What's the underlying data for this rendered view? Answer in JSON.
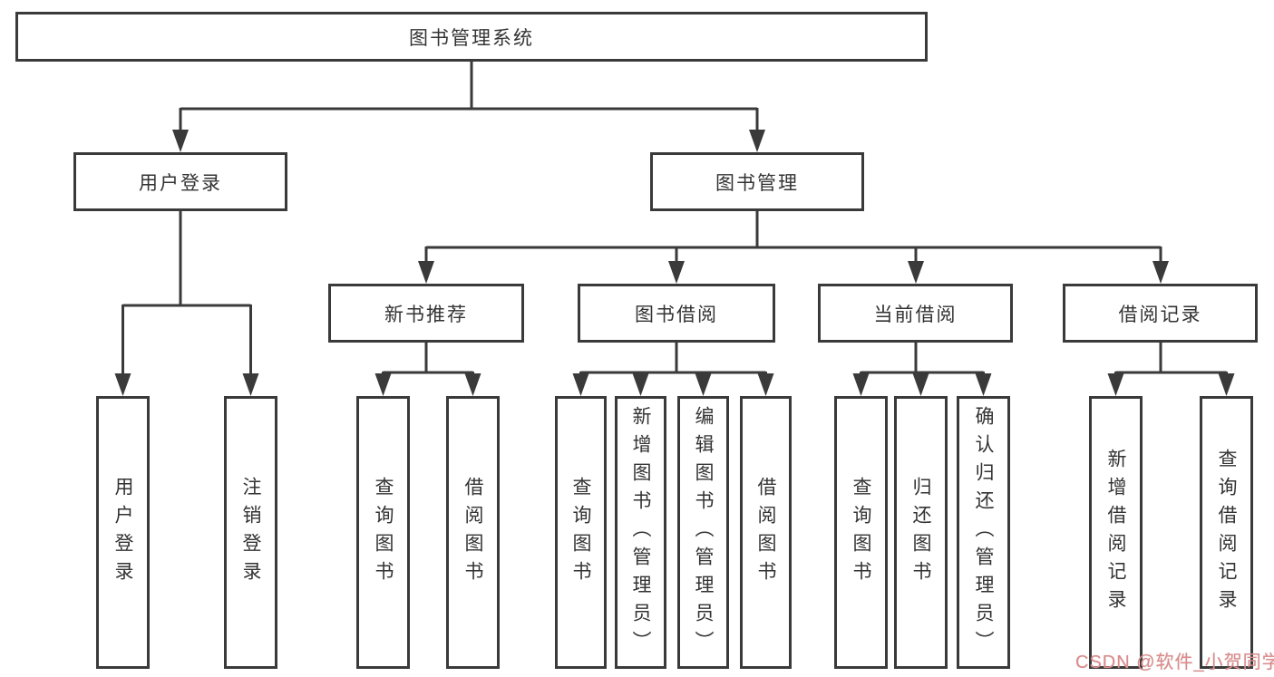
{
  "diagram": {
    "title": "图书管理系统",
    "level1": {
      "user_login": "用户登录",
      "book_mgmt": "图书管理"
    },
    "level2": {
      "new_book": "新书推荐",
      "borrow": "图书借阅",
      "current": "当前借阅",
      "records": "借阅记录"
    },
    "leaves": {
      "user_login_leaf": "用户登录",
      "logout": "注销登录",
      "nb_query": "查询图书",
      "nb_borrow": "借阅图书",
      "bb_query": "查询图书",
      "bb_add": "新增图书（管理员）",
      "bb_edit": "编辑图书（管理员）",
      "bb_borrow": "借阅图书",
      "cb_query": "查询图书",
      "cb_return": "归还图书",
      "cb_confirm": "确认归还（管理员）",
      "br_add": "新增借阅记录",
      "br_query": "查询借阅记录"
    }
  },
  "watermark": {
    "text": "CSDN @软件_小贺同学",
    "color": "#de8a8a"
  },
  "colors": {
    "line": "#3a3a3a",
    "text": "#333333",
    "background": "#ffffff"
  }
}
